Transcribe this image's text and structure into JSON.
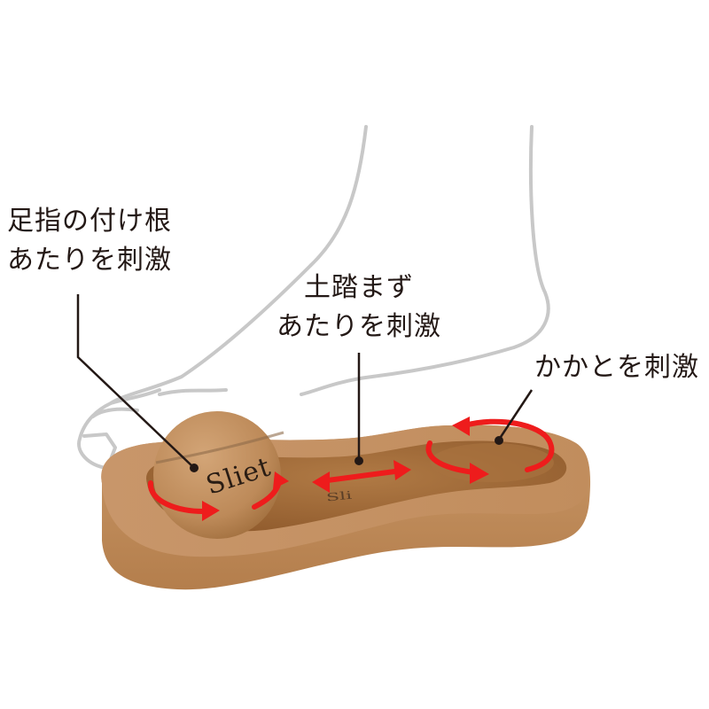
{
  "illustration": {
    "subject": "cork foot massage tray with cork ball",
    "colors": {
      "background": "#ffffff",
      "cork": "#c4915f",
      "cork_dark": "#a8713f",
      "cork_inner": "#9c6636",
      "foot_outline": "#c8c8c8",
      "arrow": "#ee1c1c",
      "leader_line": "#231815",
      "text": "#231815"
    },
    "brand_on_ball": "Sliet",
    "brand_on_tray": "Sli"
  },
  "callouts": {
    "toe": {
      "line1": "足指の付け根",
      "line2": "あたりを刺激"
    },
    "arch": {
      "line1": "土踏まず",
      "line2": "あたりを刺激"
    },
    "heel": {
      "line1": "かかとを刺激"
    }
  }
}
